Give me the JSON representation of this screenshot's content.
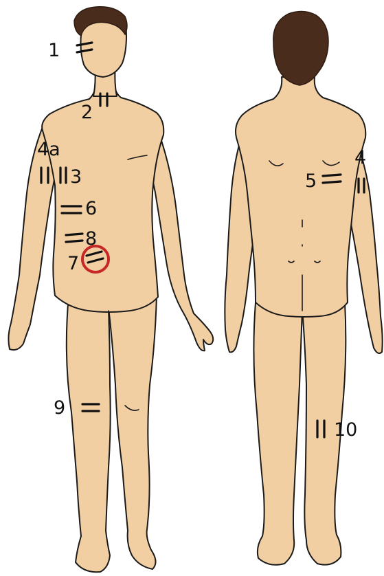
{
  "colors": {
    "skin": "#f2cfa3",
    "hair": "#4a2c1d",
    "outline": "#1a1a1a",
    "highlight": "#c62828"
  },
  "front": {
    "labels": {
      "l1": "1",
      "l2": "2",
      "l4a": "4a",
      "l3": "3",
      "l6": "6",
      "l8": "8",
      "l7": "7",
      "l9": "9"
    }
  },
  "back": {
    "labels": {
      "l4": "4",
      "l5": "5",
      "l10": "10"
    }
  },
  "highlight": {
    "target": "7",
    "shape": "circle"
  }
}
